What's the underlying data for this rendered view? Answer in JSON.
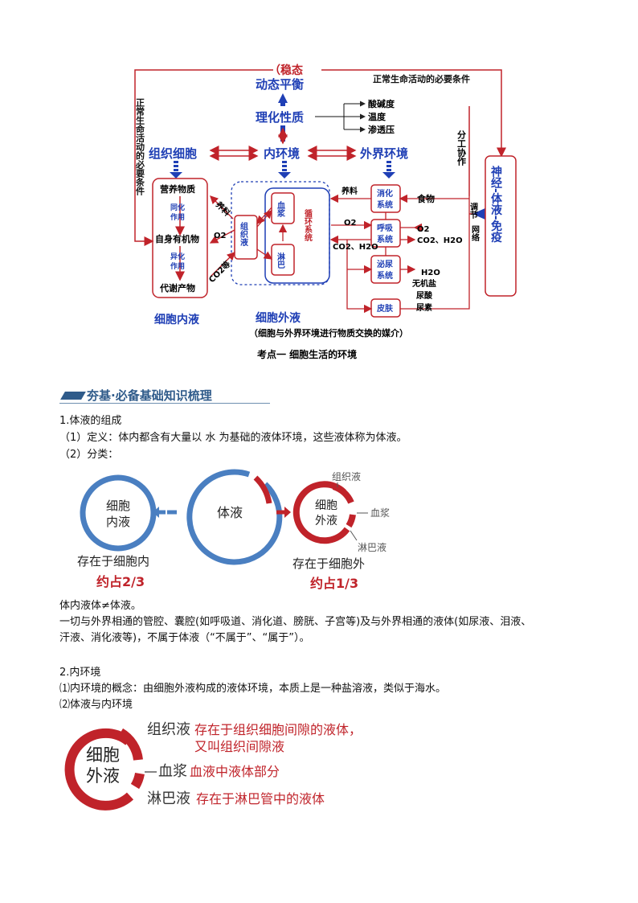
{
  "concept_map": {
    "homeostasis": "（稳态",
    "dynamic_balance": "动态平衡",
    "physicochemical": "理化性质",
    "necessary_top": "正常生命活动的必要条件",
    "necessary_left": "正常生命活动的必要条件",
    "properties": [
      "酸碱度",
      "温度",
      "渗透压"
    ],
    "division": "分工协作",
    "tissue_cell": "组织细胞",
    "internal_env": "内环境",
    "external_env": "外界环境",
    "nutrients": "营养物质",
    "assimilation": "同化作用",
    "organics": "自身有机物",
    "dissimilation": "异化作用",
    "metabolites": "代谢产物",
    "nutrient_left": "养料",
    "o2_left": "O2",
    "co2_left": "CO2等",
    "interstitial": "组织液",
    "plasma": "血浆",
    "lymph": "淋巴",
    "circulatory": "循环系统",
    "nutrient_right": "养料",
    "o2_mid": "O2",
    "co2_mid": "CO2、H2O",
    "digestive": "消化系统",
    "respiratory": "呼吸系统",
    "urinary": "泌尿系统",
    "skin": "皮肤",
    "food": "食物",
    "o2_right": "O2",
    "co2_right": "CO2、H2O",
    "excreta": [
      "H2O",
      "无机盐",
      "尿酸",
      "尿素"
    ],
    "regulation": "调节",
    "network": "网络",
    "neuro": "神经-体液-免疫",
    "intracellular_fluid": "细胞内液",
    "extracellular_fluid": "细胞外液",
    "medium_note": "（细胞与外界环境进行物质交换的媒介）",
    "caption": "考点一    细胞生活的环境"
  },
  "section_title": "夯基·必备基础知识梳理",
  "p1": {
    "heading": "1.体液的组成",
    "definition": "（1）定义：体内都含有大量以  水  为基础的液体环境，这些液体称为体液。",
    "classification": "（2）分类："
  },
  "body_fluid_diagram": {
    "intracellular": "细胞内液",
    "body_fluid": "体液",
    "extracellular": "细胞外液",
    "interstitial": "组织液",
    "plasma": "血浆",
    "lymph": "淋巴液",
    "inside_label": "存在于细胞内",
    "inside_ratio": "约占2/3",
    "outside_label": "存在于细胞外",
    "outside_ratio": "约占1/3"
  },
  "note1": "体内液体≠体液。",
  "note2": "一切与外界相通的管腔、囊腔(如呼吸道、消化道、膀胱、子宫等)及与外界相通的液体(如尿液、泪液、",
  "note3": "汗液、消化液等)，不属于体液（“不属于”、“属于”）。",
  "p2": {
    "heading": "2.内环境",
    "concept": "⑴内环境的概念：由细胞外液构成的液体环境，本质上是一种盐溶液，类似于海水。",
    "relation": "⑵体液与内环境"
  },
  "ecf_diagram": {
    "center": "细胞外液",
    "interstitial_name": "组织液",
    "interstitial_desc1": "存在于组织细胞间隙的液体，",
    "interstitial_desc2": "又叫组织间隙液",
    "plasma_name": "血浆",
    "plasma_desc": "血液中液体部分",
    "lymph_name": "淋巴液",
    "lymph_desc": "存在于淋巴管中的液体"
  },
  "colors": {
    "red": "#c0232a",
    "blue": "#1f3fb5",
    "navy": "#2f5b8a",
    "ring_blue": "#4a7fc1"
  }
}
